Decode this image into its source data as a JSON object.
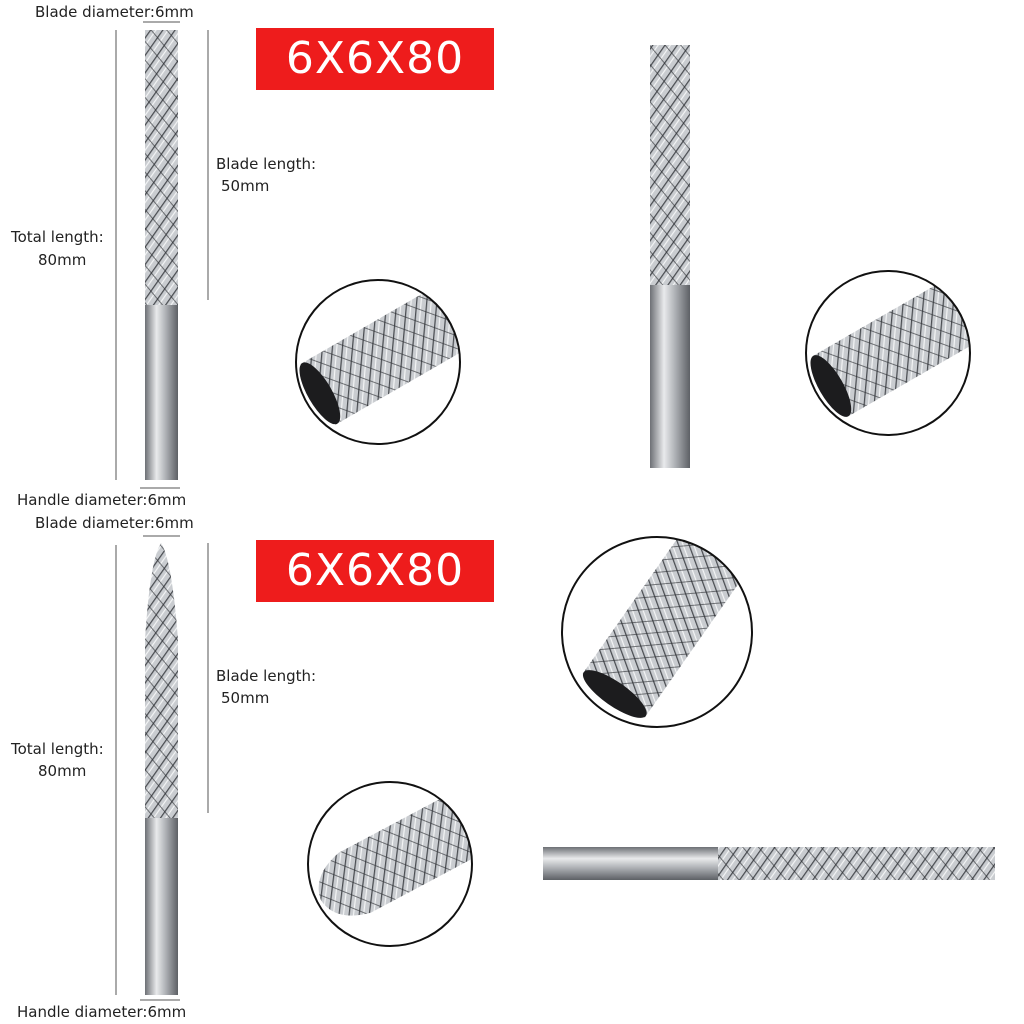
{
  "products": [
    {
      "size_badge": "6X6X80",
      "blade_diameter": "Blade diameter:6mm",
      "blade_length_label": "Blade length:",
      "blade_length_value": "50mm",
      "total_length_label": "Total length:",
      "total_length_value": "80mm",
      "handle_diameter": "Handle diameter:6mm",
      "tip_shape": "flat cylinder"
    },
    {
      "size_badge": "6X6X80",
      "blade_diameter": "Blade diameter:6mm",
      "blade_length_label": "Blade length:",
      "blade_length_value": "50mm",
      "total_length_label": "Total length:",
      "total_length_value": "80mm",
      "handle_diameter": "Handle diameter:6mm",
      "tip_shape": "pointed taper"
    }
  ],
  "colors": {
    "badge": "#ee1c1c",
    "steel": "#b8bcc0",
    "dimension_line": "#555555"
  }
}
